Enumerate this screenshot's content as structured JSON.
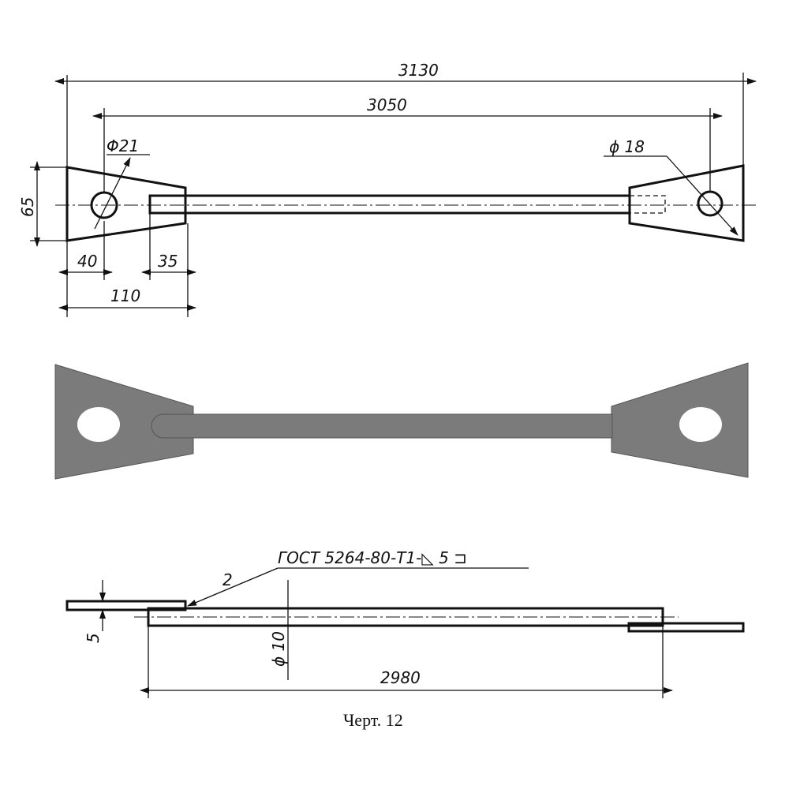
{
  "top_view": {
    "dims": {
      "overall_length": "3130",
      "hole_spacing": "3050",
      "left_hole_diameter": "Φ21",
      "right_hole_diameter": "ϕ 18",
      "plate_height": "65",
      "hole_offset": "40",
      "rod_insert": "35",
      "plate_length": "110"
    }
  },
  "side_view": {
    "weld_note": "ГОСТ 5264-80-Т1-◺ 5 ⊐",
    "part_number": "2",
    "plate_thickness": "5",
    "rod_diameter": "ϕ 10",
    "rod_length": "2980"
  },
  "caption": "Черт. 12",
  "colors": {
    "line": "#111111",
    "fill_gray": "#7b7b7b"
  }
}
